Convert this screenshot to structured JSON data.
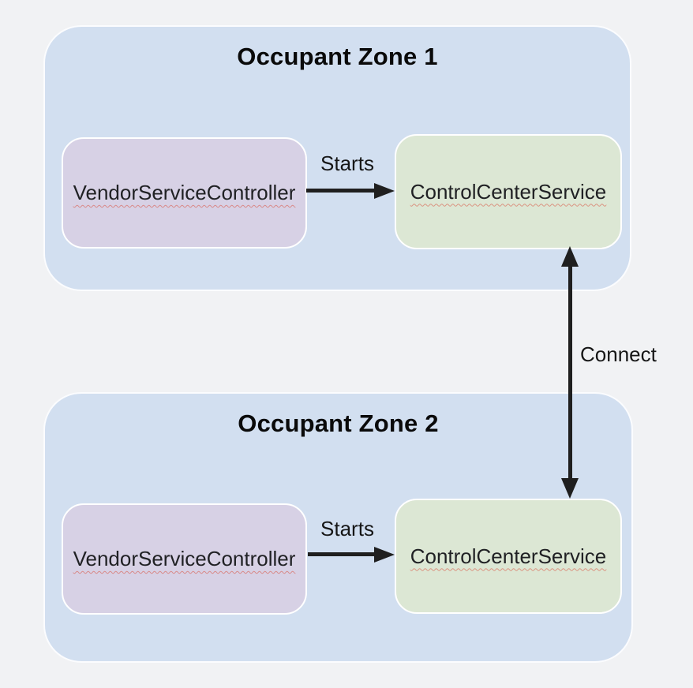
{
  "diagram": {
    "background_color": "#f1f2f4",
    "zone_fill_color": "#d2dff0",
    "vendor_box_fill_color": "#d7d1e5",
    "control_box_fill_color": "#dce7d4",
    "box_border_color": "#ffffff",
    "arrow_color": "#1f1f1f",
    "spellcheck_underline_color": "#d94f3d",
    "title_text_color": "#0a0a0a"
  },
  "zones": [
    {
      "title": "Occupant Zone 1",
      "vendor_label": "VendorServiceController",
      "starts_label": "Starts",
      "control_label": "ControlCenterService"
    },
    {
      "title": "Occupant Zone 2",
      "vendor_label": "VendorServiceController",
      "starts_label": "Starts",
      "control_label": "ControlCenterService"
    }
  ],
  "connector": {
    "label": "Connect"
  }
}
